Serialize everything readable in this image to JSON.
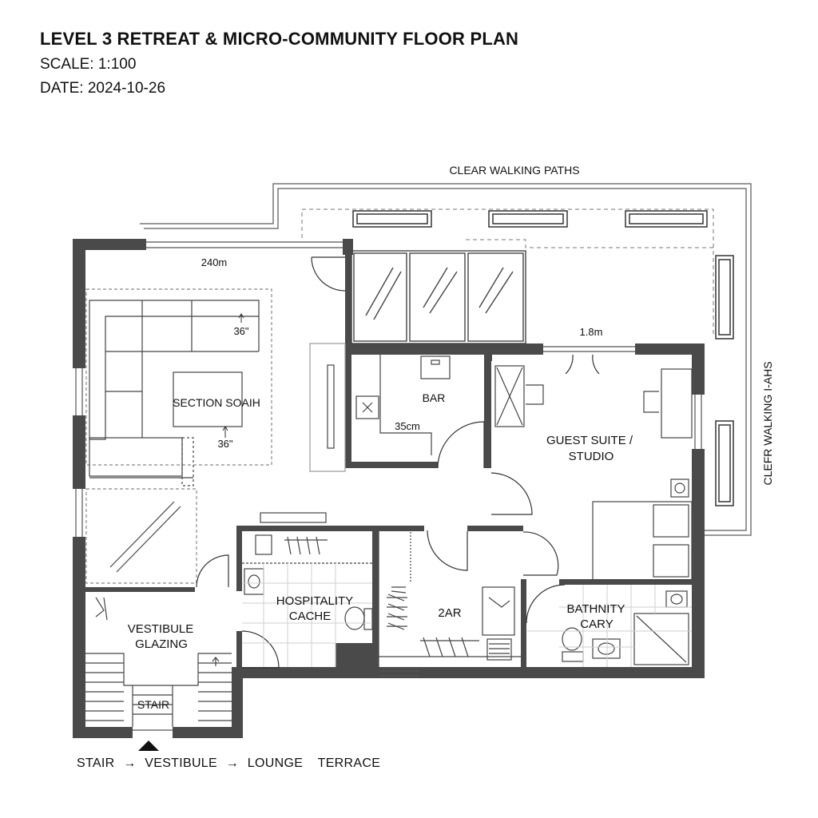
{
  "header": {
    "title": "LEVEL 3 RETREAT & MICRO-COMMUNITY FLOOR PLAN",
    "scale": "SCALE: 1:100",
    "date": "DATE: 2024-10-26"
  },
  "labels": {
    "clear_paths_top": "CLEAR WALKING PATHS",
    "clear_paths_side": "CLEFR WALKING I-AHS",
    "dim_240": "240m",
    "dim_18": "1.8m",
    "dim_35": "35cm",
    "dim_36_top": "36\"",
    "dim_36_bottom": "36\"",
    "section_sofa": "SECTION SOAIH",
    "bar": "BAR",
    "guest_1": "GUEST SUITE /",
    "guest_2": "STUDIO",
    "hosp_1": "HOSPITALITY",
    "hosp_2": "CACHE",
    "vest_1": "VESTIBULE",
    "vest_2": "GLAZING",
    "bath_1": "BATHNITY",
    "bath_2": "CARY",
    "room_2ar": "2AR",
    "stair": "STAIR"
  },
  "flow": {
    "stair": "STAIR",
    "arrow1": "→",
    "vestibule": "VESTIBULE",
    "arrow2": "→",
    "lounge": "LOUNGE",
    "terrace": "TERRACE"
  }
}
